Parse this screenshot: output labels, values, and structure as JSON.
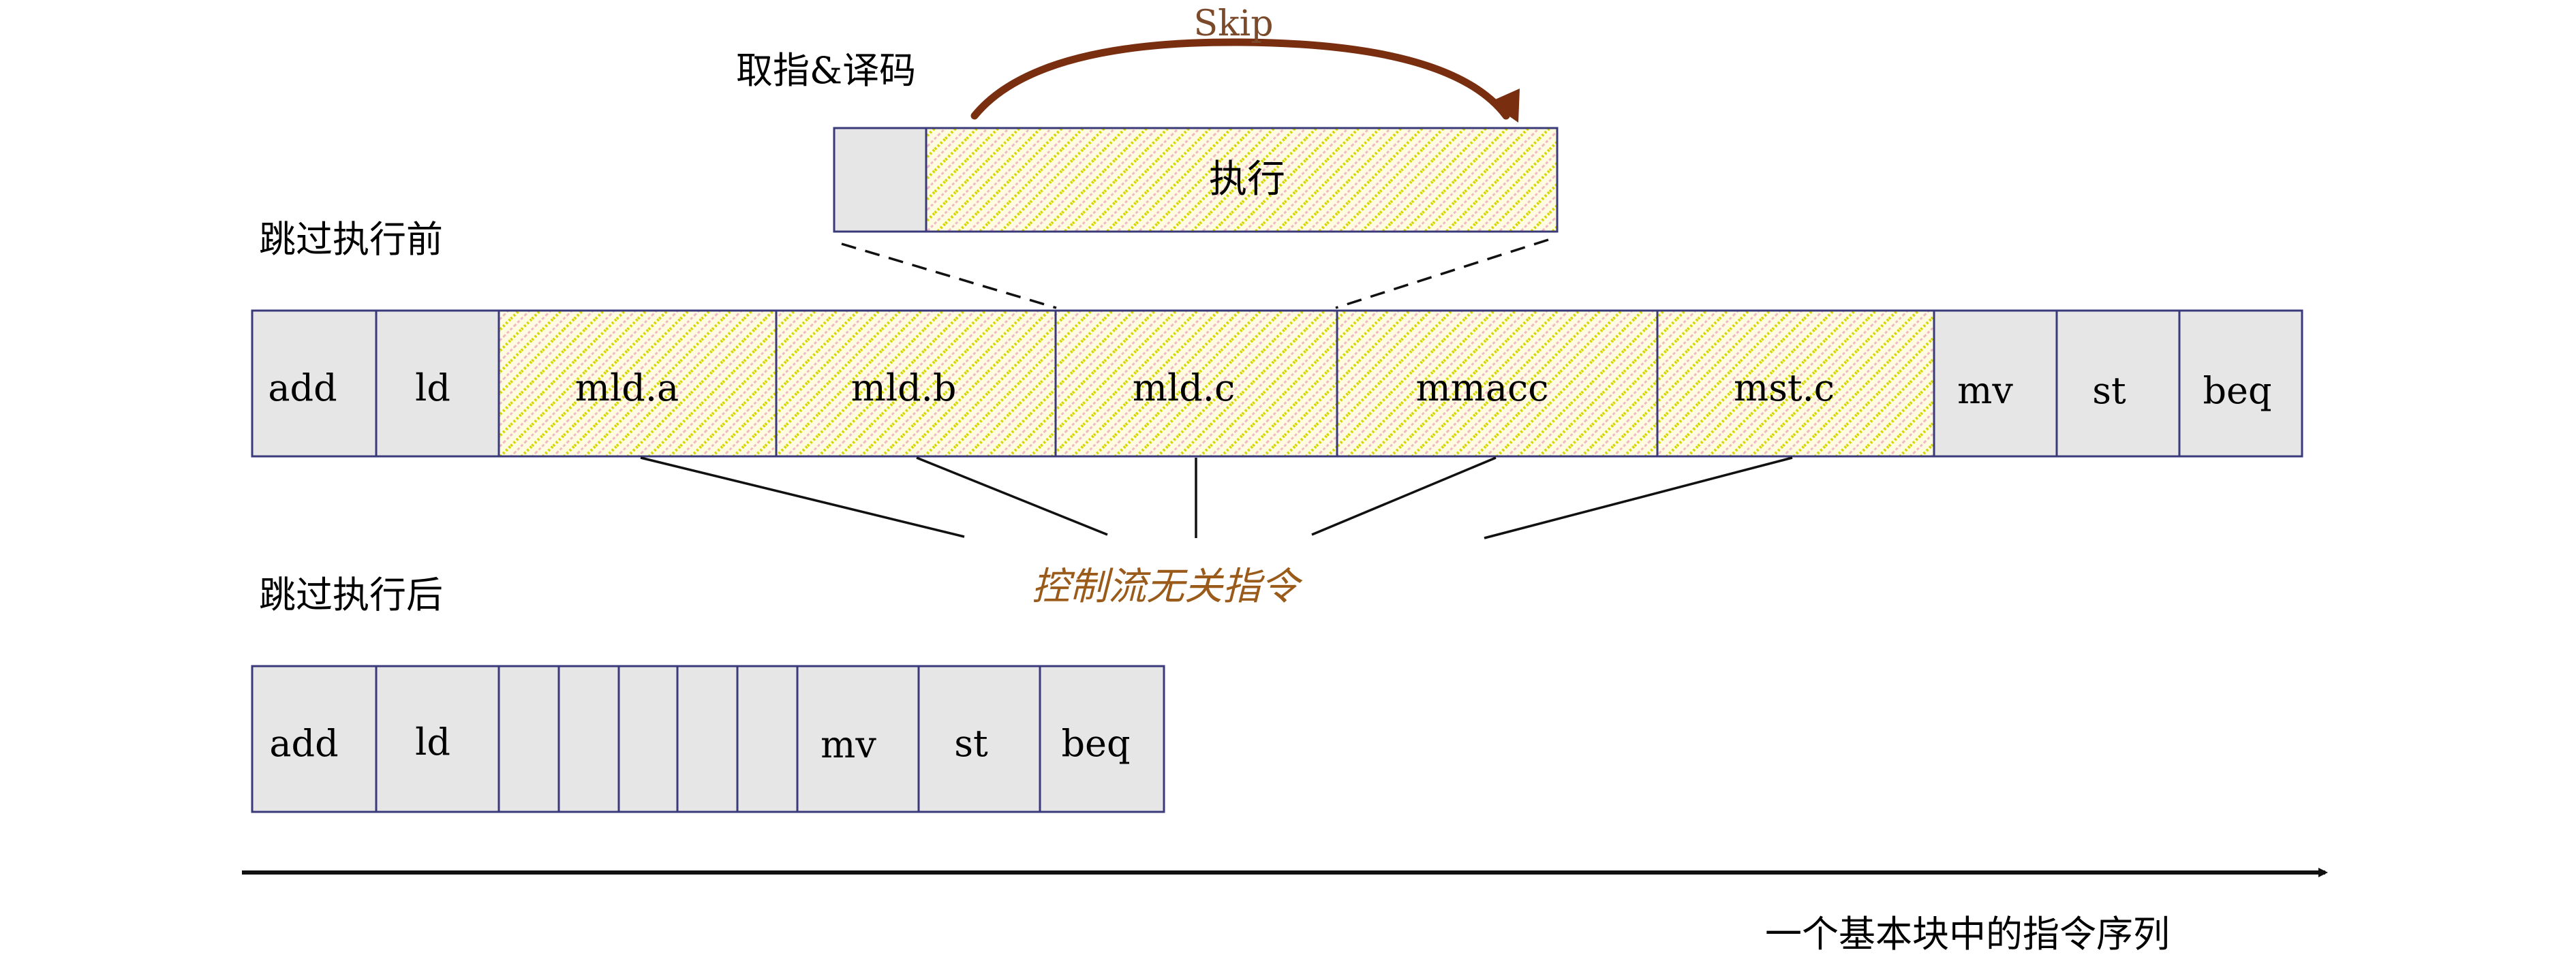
{
  "skip_label": "Skip",
  "fetch_decode_label": "取指&译码",
  "exec_label": "执行",
  "before_label": "跳过执行前",
  "after_label": "跳过执行后",
  "control_flow_label": "控制流无关指令",
  "axis_label": "一个基本块中的指令序列",
  "before_row": [
    "add",
    "ld",
    "mld.a",
    "mld.b",
    "mld.c",
    "mmacc",
    "mst.c",
    "mv",
    "st",
    "beq"
  ],
  "after_row": [
    "add",
    "ld",
    "",
    "",
    "",
    "",
    "",
    "mv",
    "st",
    "beq"
  ],
  "colors": {
    "gray_fill": "#e6e6e6",
    "border": "#3a3a7a",
    "hatch_yellow": "#d6d600",
    "hatch_pink": "#f2b8c6",
    "hatch_bg": "#fffbe0",
    "arrow_brown": "#7a2e10",
    "label_orange": "#9a5a1a"
  }
}
